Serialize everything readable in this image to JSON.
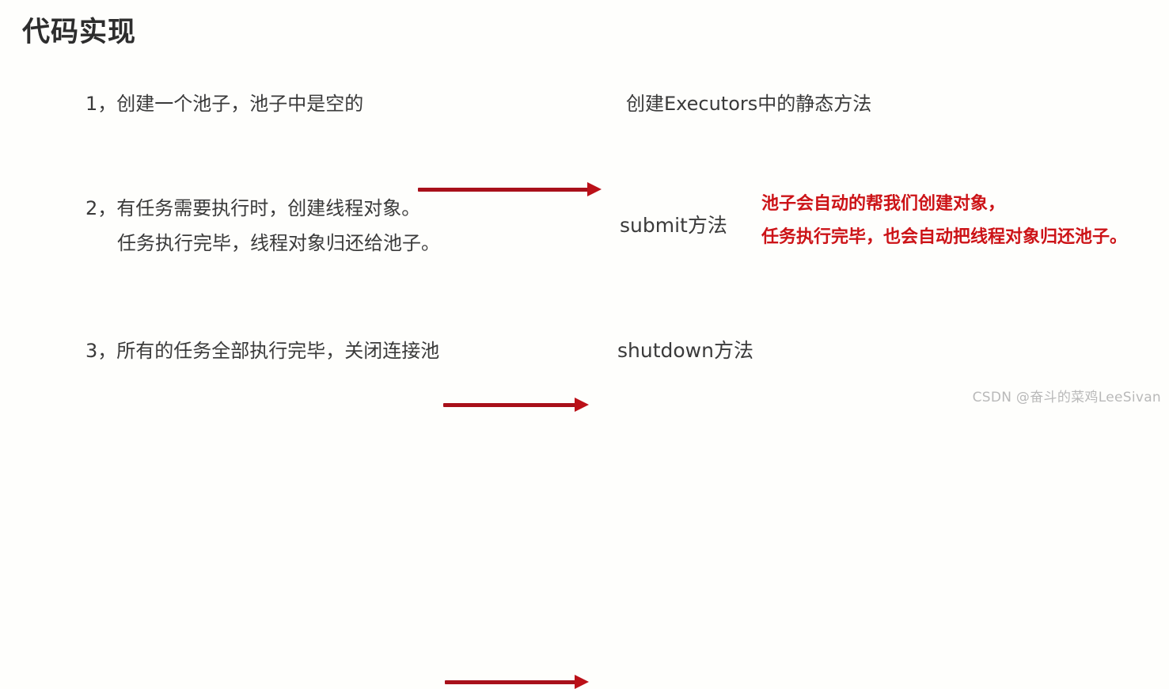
{
  "slide": {
    "title": "代码实现",
    "background_color": "#fefefc",
    "title_color": "#2d2d2d",
    "arrow_color": "#a8101a",
    "accent_red": "#cc1317"
  },
  "steps": [
    {
      "left": "1，创建一个池子，池子中是空的",
      "left_second": "",
      "right": "创建Executors中的静态方法",
      "note_line_1": "",
      "note_line_2": ""
    },
    {
      "left": "2，有任务需要执行时，创建线程对象。",
      "left_second": "任务执行完毕，线程对象归还给池子。",
      "right": "submit方法",
      "note_line_1": "池子会自动的帮我们创建对象，",
      "note_line_2": "任务执行完毕，也会自动把线程对象归还池子。"
    },
    {
      "left": "3，所有的任务全部执行完毕，关闭连接池",
      "left_second": "",
      "right": "shutdown方法",
      "note_line_1": "",
      "note_line_2": ""
    }
  ],
  "watermark": {
    "text": "CSDN @奋斗的菜鸡LeeSivan"
  }
}
